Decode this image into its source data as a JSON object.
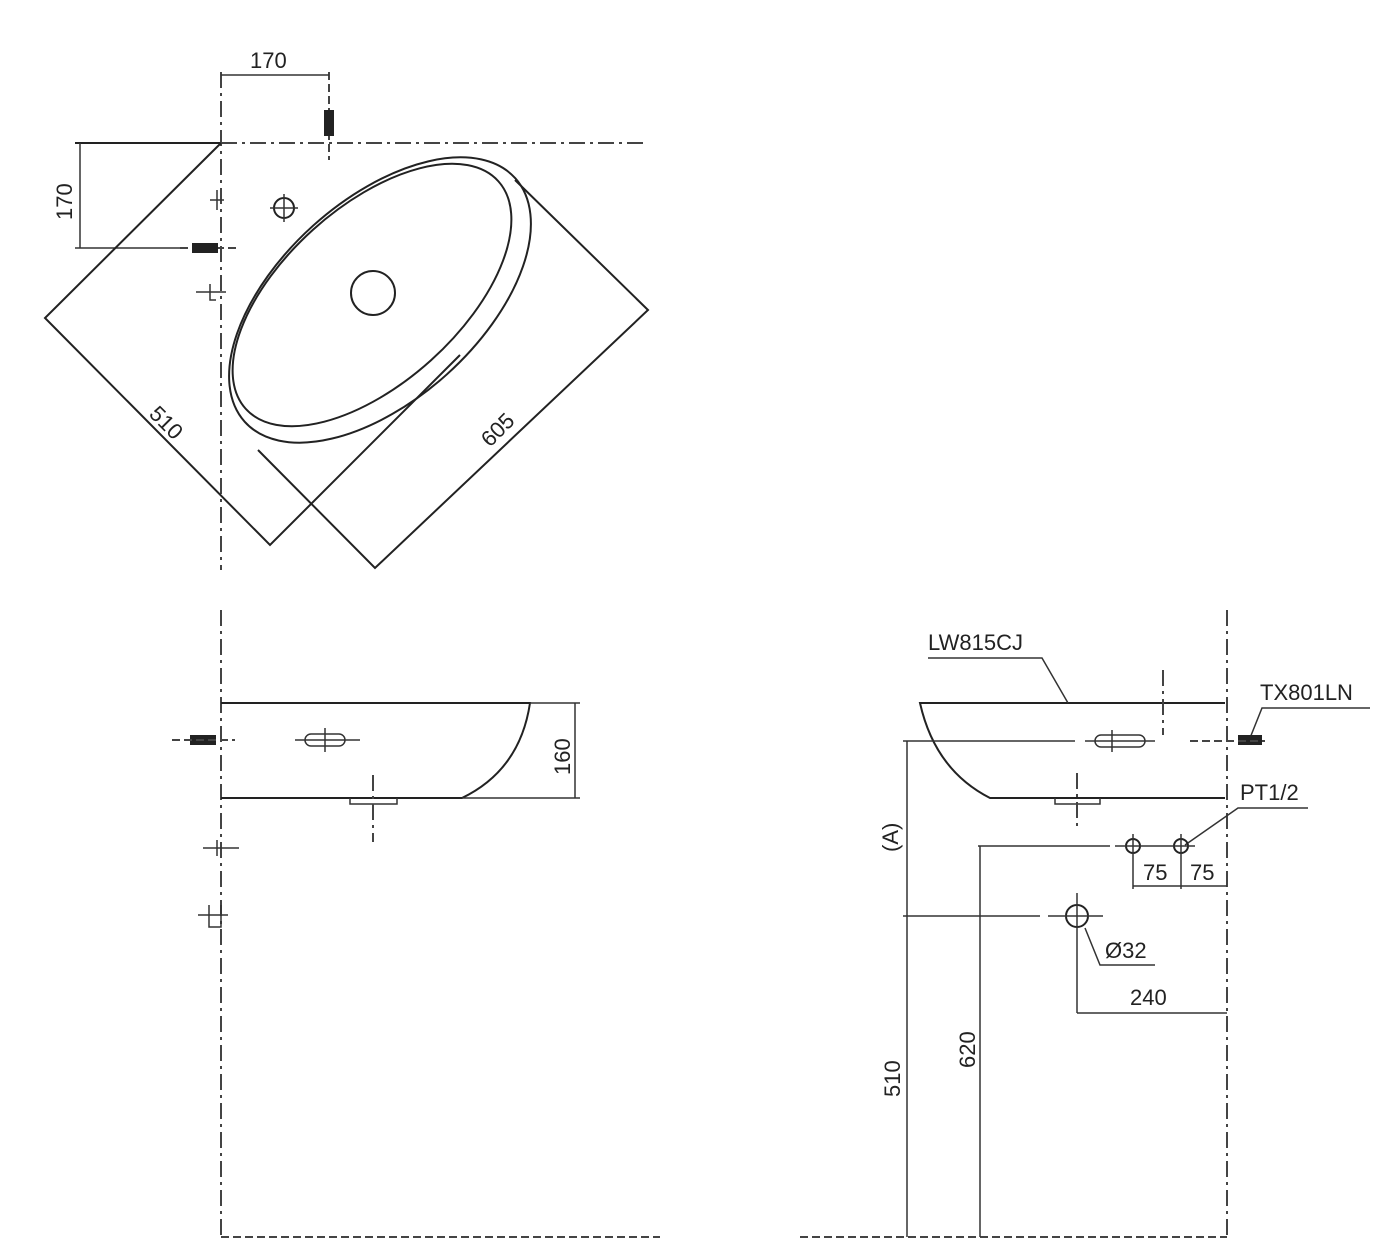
{
  "plan_view": {
    "dim_faucet_offset_x": "170",
    "dim_faucet_offset_y": "170",
    "dim_depth": "510",
    "dim_width": "605"
  },
  "front_view": {
    "dim_height": "160"
  },
  "side_view": {
    "basin_model": "LW815CJ",
    "faucet_model": "TX801LN",
    "supply_thread": "PT1/2",
    "dim_supply_spacing_1": "75",
    "dim_supply_spacing_2": "75",
    "drain_diameter": "Ø32",
    "dim_drain_offset": "240",
    "dim_a": "(A)",
    "dim_supply_height": "620",
    "dim_drain_height": "510"
  }
}
